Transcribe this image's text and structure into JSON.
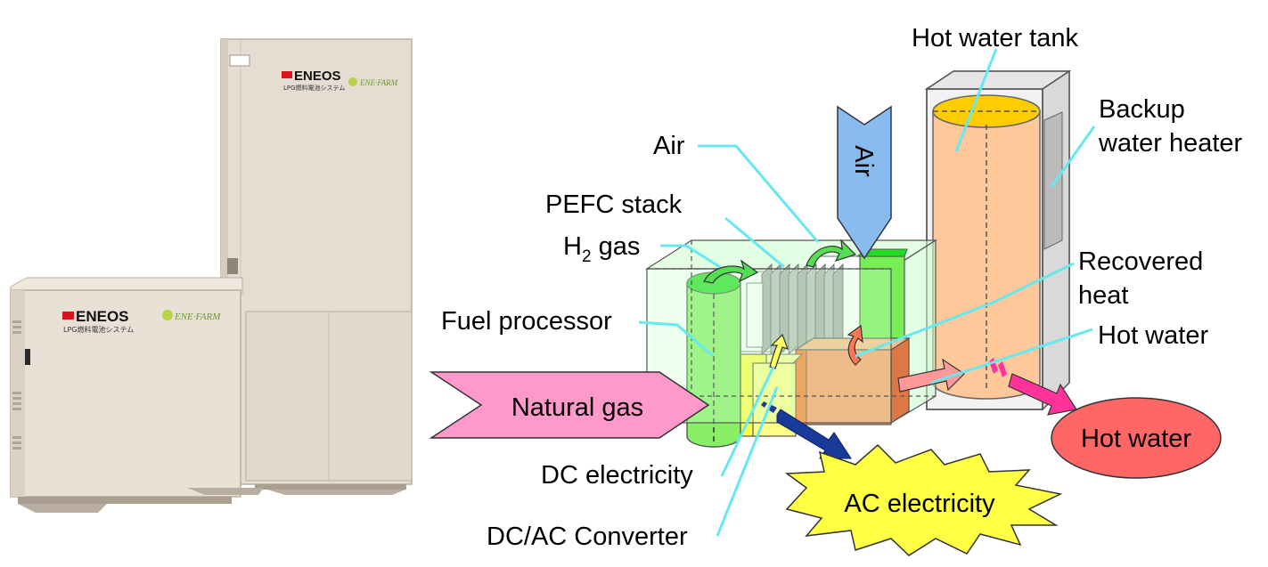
{
  "product": {
    "brand": "ENEOS",
    "subtitle": "LPG燃料電池システム",
    "ene_farm": "ENE·FARM",
    "colors": {
      "cabinet": "#e6ddd2",
      "cabinet_shade": "#cfc5b8",
      "brand_red": "#d8141c",
      "ene_green": "#6a9a2a"
    }
  },
  "diagram": {
    "labels": {
      "hot_water_tank": "Hot water tank",
      "backup_line1": "Backup",
      "backup_line2": "water heater",
      "air": "Air",
      "pefc_stack": "PEFC stack",
      "h2_base": "H",
      "h2_sub": "2",
      "h2_rest": " gas",
      "recovered_line1": "Recovered",
      "recovered_line2": "heat",
      "hot_water_label": "Hot water",
      "fuel_processor": "Fuel processor",
      "natural_gas": "Natural gas",
      "dc_electricity": "DC electricity",
      "dc_ac_converter": "DC/AC Converter",
      "ac_electricity": "AC electricity",
      "hot_water_out": "Hot water",
      "air_inlet": "Air"
    },
    "colors": {
      "leader": "#66e8f0",
      "housing": "#ccffcc",
      "green_cyl": "#88ee66",
      "tank": "#ffc89a",
      "tank_top": "#ffcc00",
      "heat_exchanger": "#ff9966",
      "converter": "#ffff55",
      "natural_gas_arrow": "#ff99cc",
      "air_arrow": "#88bbee",
      "ac_burst": "#ffff44",
      "hot_water_ellipse": "#ff6666",
      "dc_arrow": "#1a3a9a",
      "hot_water_arrow": "#ff3399"
    }
  }
}
